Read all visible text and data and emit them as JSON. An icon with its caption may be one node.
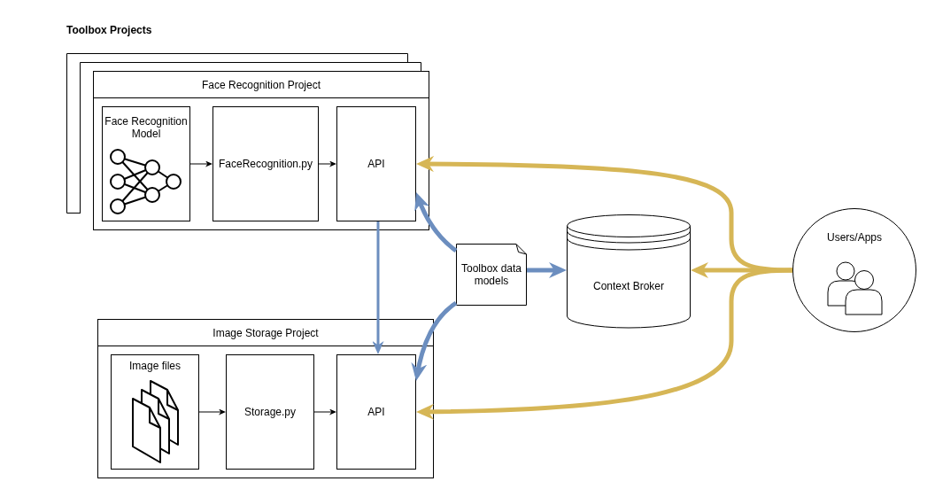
{
  "diagram": {
    "title": "Toolbox Projects",
    "nodes": [
      {
        "text": [
          "Face Recognition Project"
        ]
      },
      {
        "text": [
          "Face Recognition Model"
        ],
        "in": 0
      },
      {
        "text": [
          "FaceRecognition.py"
        ],
        "in": 0
      },
      {
        "text": [
          "API"
        ],
        "in": 0
      },
      {
        "text": [
          "Toolbox data models"
        ]
      },
      {
        "text": [
          "Context Broker"
        ]
      },
      {
        "text": [
          "Users/Apps"
        ]
      },
      {
        "text": [
          "Image Storage Project"
        ]
      },
      {
        "text": [
          "Image files"
        ],
        "in": 7
      },
      {
        "text": [
          "Storage.py"
        ],
        "in": 7
      },
      {
        "text": [
          "API"
        ],
        "in": 7
      }
    ],
    "edges": [
      {
        "from": 1,
        "to": 2,
        "arrow": "to"
      },
      {
        "from": 2,
        "to": 3,
        "arrow": "to"
      },
      {
        "from": 8,
        "to": 9,
        "arrow": "to"
      },
      {
        "from": 9,
        "to": 10,
        "arrow": "to"
      },
      {
        "from": 3,
        "to": 10,
        "arrow": "to",
        "color": "#6c8ebf"
      },
      {
        "from": 4,
        "to": 3,
        "arrow": "to",
        "color": "#6c8ebf"
      },
      {
        "from": 4,
        "to": 10,
        "arrow": "to",
        "color": "#6c8ebf"
      },
      {
        "from": 4,
        "to": 5,
        "arrow": "to",
        "color": "#6c8ebf"
      },
      {
        "from": 6,
        "to": 3,
        "arrow": "to",
        "color": "#d6b656"
      },
      {
        "from": 6,
        "to": 5,
        "arrow": "to",
        "color": "#d6b656"
      },
      {
        "from": 6,
        "to": 10,
        "arrow": "to",
        "color": "#d6b656"
      }
    ]
  }
}
